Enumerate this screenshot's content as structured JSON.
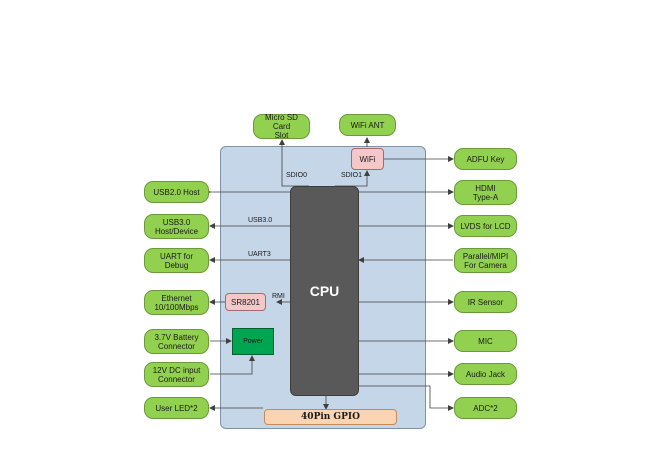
{
  "board": {
    "cpu_label": "CPU",
    "gpio_label": "40Pin GPIO",
    "wifi_chip": "WiFi",
    "sr8201_chip": "SR8201",
    "power_block": "Power"
  },
  "top_peripherals": {
    "microsd": [
      "Micro SD Card",
      "Slot"
    ],
    "wifi_ant": "WiFi ANT"
  },
  "left_peripherals": {
    "usb2": "USB2.0 Host",
    "usb3": [
      "USB3.0",
      "Host/Device"
    ],
    "uart": [
      "UART for",
      "Debug"
    ],
    "ethernet": [
      "Ethernet",
      "10/100Mbps"
    ],
    "battery": [
      "3.7V Battery",
      "Connector"
    ],
    "dc_input": [
      "12V DC input",
      "Connector"
    ],
    "user_led": "User LED*2"
  },
  "right_peripherals": {
    "adfu": "ADFU Key",
    "hdmi": [
      "HDMI",
      "Type-A"
    ],
    "lvds": "LVDS for LCD",
    "camera": [
      "Parallel/MIPI",
      "For Camera"
    ],
    "ir": "IR Sensor",
    "mic": "MIC",
    "audio": "Audio Jack",
    "adc": "ADC*2"
  },
  "bus_labels": {
    "sdio0": "SDIO0",
    "sdio1": "SDIO1",
    "usb3": "USB3.0",
    "uart3": "UART3",
    "rmi": "RMI"
  },
  "colors": {
    "peripheral": "#92d050",
    "board": "#c5d6e8",
    "cpu": "#595959",
    "chip": "#f4c7c9",
    "power": "#00a551",
    "gpio": "#fbd4b4",
    "line": "#404040"
  }
}
